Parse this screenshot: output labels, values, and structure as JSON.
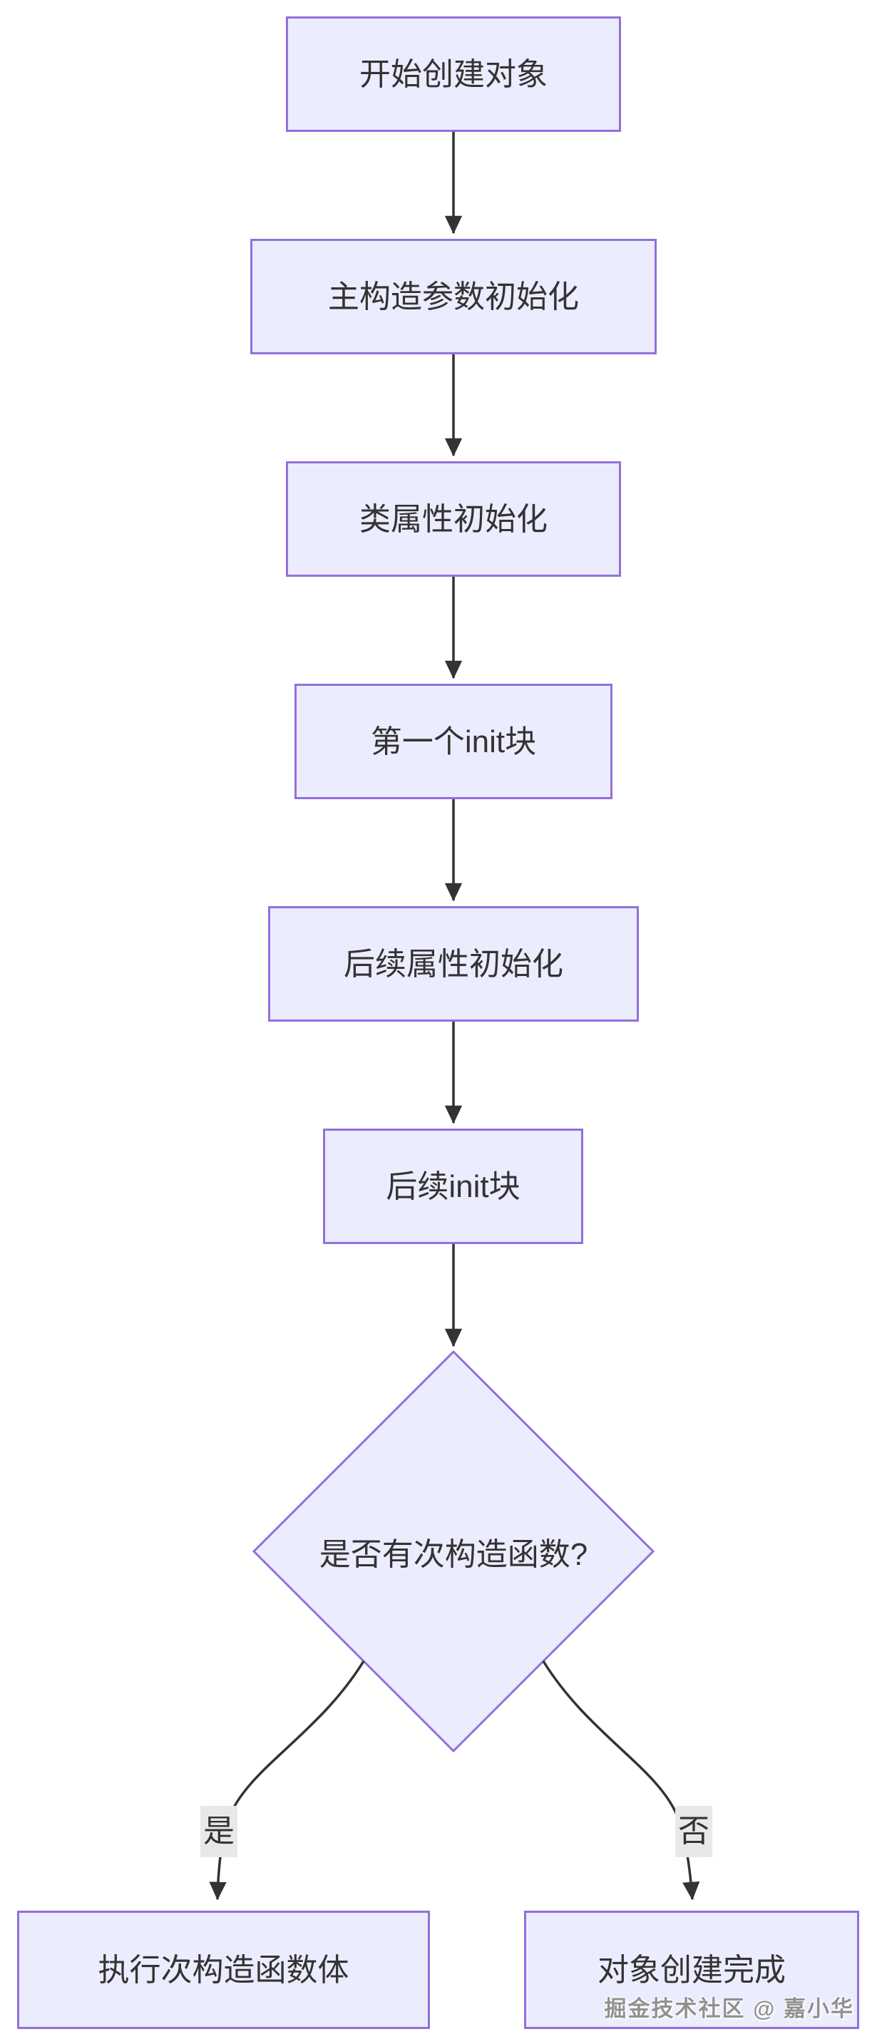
{
  "flowchart": {
    "diagram_type": "flowchart",
    "direction": "top-down",
    "nodes": [
      {
        "id": "start",
        "type": "rect",
        "label": "开始创建对象"
      },
      {
        "id": "primary-constructor-params-init",
        "type": "rect",
        "label": "主构造参数初始化"
      },
      {
        "id": "class-property-init",
        "type": "rect",
        "label": "类属性初始化"
      },
      {
        "id": "first-init-block",
        "type": "rect",
        "label": "第一个init块"
      },
      {
        "id": "subsequent-property-init",
        "type": "rect",
        "label": "后续属性初始化"
      },
      {
        "id": "subsequent-init-block",
        "type": "rect",
        "label": "后续init块"
      },
      {
        "id": "has-secondary-constructor",
        "type": "diamond",
        "label": "是否有次构造函数?"
      },
      {
        "id": "execute-secondary-constructor-body",
        "type": "rect",
        "label": "执行次构造函数体"
      },
      {
        "id": "object-creation-complete",
        "type": "rect",
        "label": "对象创建完成"
      }
    ],
    "edges": [
      {
        "from": "start",
        "to": "primary-constructor-params-init",
        "label": ""
      },
      {
        "from": "primary-constructor-params-init",
        "to": "class-property-init",
        "label": ""
      },
      {
        "from": "class-property-init",
        "to": "first-init-block",
        "label": ""
      },
      {
        "from": "first-init-block",
        "to": "subsequent-property-init",
        "label": ""
      },
      {
        "from": "subsequent-property-init",
        "to": "subsequent-init-block",
        "label": ""
      },
      {
        "from": "subsequent-init-block",
        "to": "has-secondary-constructor",
        "label": ""
      },
      {
        "from": "has-secondary-constructor",
        "to": "execute-secondary-constructor-body",
        "label": "是"
      },
      {
        "from": "has-secondary-constructor",
        "to": "object-creation-complete",
        "label": "否"
      }
    ]
  },
  "colors": {
    "node_fill": "#ECECFF",
    "node_border": "#9370DB",
    "edge_stroke": "#333333",
    "text": "#333333",
    "edge_label_bg": "#e8e8e8",
    "background": "#ffffff"
  },
  "watermark": {
    "text": "掘金技术社区 @ 嘉小华"
  }
}
